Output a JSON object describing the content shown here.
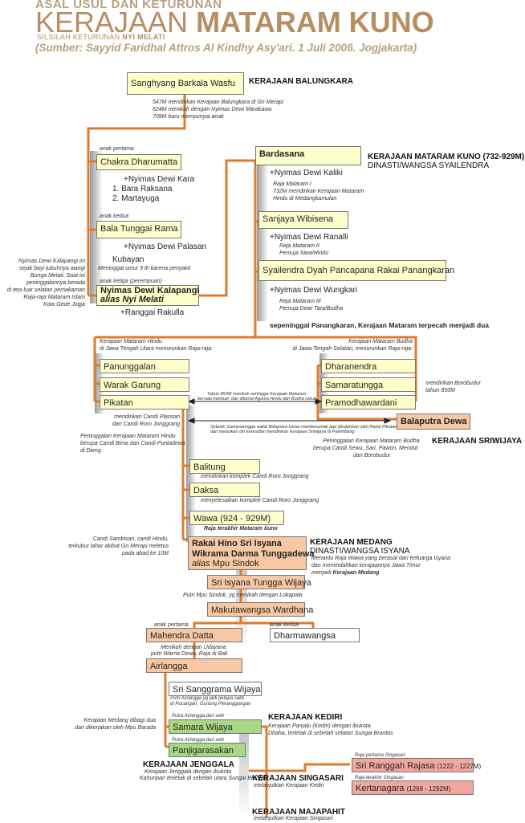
{
  "header": {
    "line1": "ASAL USUL DAN KETURUNAN",
    "title_light": "KERAJAAN ",
    "title_bold": "MATARAM KUNO",
    "subtitle_light": "SILSILAH  KETURUNAN ",
    "subtitle_bold": "NYI MELATI",
    "source": "(Sumber: Sayyid Faridhal Attros Al Kindhy Asy'ari. 1 Juli 2006. Jogjakarta)"
  },
  "boxes": {
    "sanghyang": "Sanghyang Barkala Wasfu",
    "chakra": "Chakra Dharumatta",
    "bala": "Bala Tunggai Rama",
    "nyimas_name": "Nyimas Dewi Kalapangi",
    "nyimas_alias": "alias Nyi Melati",
    "bardasana": "Bardasana",
    "sanjaya": "Sanjaya Wibisena",
    "syailendra": "Syailendra Dyah Pancapana Rakai Panangkaran",
    "panunggalan": "Panunggalan",
    "warak": "Warak Garung",
    "pikatan": "Pikatan",
    "dharanendra": "Dharanendra",
    "samaratungga": "Samaratungga",
    "pramodhawardani": "Pramodhawardani",
    "balaputra": "Balaputra Dewa",
    "balitung": "Balitung",
    "daksa": "Daksa",
    "wawa": "Wawa (924 - 929M)",
    "rakai_1": "Rakai Hino Sri Isyana",
    "rakai_2": "Wikrama Darma Tunggadewa",
    "rakai_3_alias": "alias",
    "rakai_3_name": " Mpu Sindok",
    "sri_isyana": "Sri Isyana Tungga Wijaya",
    "makuta": "Makutawangsa Wardhana",
    "mahendra": "Mahendra Datta",
    "dharmawangsa": "Dharmawangsa",
    "airlangga": "Airlangga",
    "sanggrama": "Sri Sanggrama Wijaya",
    "samara": "Samara Wijaya",
    "panjigarasakan": "Panjigarasakan",
    "ranggah": "Sri Ranggah Rajasa",
    "ranggah_years": "(1222 - 1227M)",
    "kertanagara": "Kertanagara",
    "kertanagara_years": "(1268 - 1292M)"
  },
  "kingdoms": {
    "balungkara": "KERAJAAN BALUNGKARA",
    "mataram_kuno": "KERAJAAN MATARAM KUNO (732-929M)",
    "mataram_kuno_sub": "DINASTI/WANGSA SYAILENDRA",
    "sriwijaya": "KERAJAAN SRIWIJAYA",
    "medang": "KERAJAAN MEDANG",
    "medang_sub": "DINASTI/WANGSA ISYANA",
    "kediri": "KERAJAAN KEDIRI",
    "jenggala": "KERAJAAN JENGGALA",
    "singasari": "KERAJAAN SINGASARI",
    "majapahit": "KERAJAAN MAJAPAHIT"
  },
  "spouses": {
    "chakra": "+Nyimas Dewi Kara",
    "chakra_child1": "1. Bara Raksana",
    "chakra_child2": "2. Martayuga",
    "bala": "+Nyimas Dewi Palasan",
    "kubayan": "Kubayan",
    "nyimas": "+Ranggai Rakulla",
    "bardasana": "+Nyimas Dewi Kaliki",
    "sanjaya": "+Nyimas Dewi Ranalli",
    "syailendra": "+Nyimas Dewi Wungkari"
  },
  "notes": {
    "sanghyang_1": "547M mendirikan Kerajaan Balungkara di Gn Merapi",
    "sanghyang_2": "624M menikah dengan Nyimas Dewi Marakawa",
    "sanghyang_3": "709M baru mempunyai anak",
    "anak_pertama": "anak pertama",
    "anak_kedua": "anak kedua",
    "anak_ketiga": "anak ketiga (perempuan)",
    "kubayan_note": "Meninggal umur 9 th karena penyakit",
    "nyimas_left_1": "Nyimas Dewi Kalapangi ini",
    "nyimas_left_2": "sejak bayi tubuhnya wangi",
    "nyimas_left_3": "Bunga Melati. Saat ini",
    "nyimas_left_4": "peninggalannya berada",
    "nyimas_left_5": "di tepi luar selatan pemakaman",
    "nyimas_left_6": "Raja-raja Mataram Islam",
    "nyimas_left_7": "Kota Gede Jogja",
    "bardasana_1": "Raja Mataram I",
    "bardasana_2": "732M mendirikan Kerajaan Mataram",
    "bardasana_3": "Hindu di Medangkamulan",
    "sanjaya_1": "Raja Mataram II",
    "sanjaya_2": "Pemuja Siwa/Hindu",
    "syailendra_1": "Raja Mataram III",
    "syailendra_2": "Pemuja Dewi Tara/Budha",
    "split": "sepeninggal Panangkaran, Kerajaan Mataram terpecah menjadi dua",
    "hindu_1": "Kerajaan Mataram Hindu",
    "hindu_2": "di Jawa Tengah Utara menurunkan Raja-raja:",
    "budha_1": "Kerajaan Mataram Budha",
    "budha_2": "di Jawa Tengah Selatan, menurunkan Raja-raja:",
    "borobudur_1": "mendirikan Borobudur",
    "borobudur_2": "tahun 850M",
    "union_1": "Tahun 850M menikah sehingga Kerajaan Mataram",
    "union_2": "bersatu kembali, dan dikenal Agama Hindu dan Budha rukun",
    "plaosan_1": "mendirikan Candi Plaosan",
    "plaosan_2": "dan Candi Roro Jonggrang",
    "balaputra_1": "Setelah Samaratungga wafat Balaputra Dewa memberontak tapi dikalahkan oleh Rakai Pikatan",
    "balaputra_2": "dan melarikan diri kemudian mendirikan Kerajaan Sriwijaya di Palembang",
    "hindu_relics_1": "Peninggalan Kerajaan Mataram Hindu",
    "hindu_relics_2": "berupa Candi Bima dan Candi Puntadewa",
    "hindu_relics_3": "di Dieng.",
    "budha_relics_1": "Peninggalan Kerajaan Mataram Budha",
    "budha_relics_2": "berupa Candi Sewu, Sari, Pawon, Mendut",
    "budha_relics_3": "dan Borobudur",
    "balitung_note": "mendirikan komplek Candi Roro Jonggrang",
    "daksa_note": "menyelesaikan komplek Candi Roro Jonggrang",
    "wawa_note": "Raja terakhir Mataram kuno",
    "sambisari_1": "Candi Sambisari, candi Hindu,",
    "sambisari_2": "terkubur lahar akibat Gn Merapi meletus",
    "sambisari_3": "pada abad ke 10M",
    "medang_1": "Menantu Raja Wawa yang berasal dari Keluarga Isyana",
    "medang_2": "dan memindahkan kerajaannya Jawa Timur",
    "medang_3a": "menjadi ",
    "medang_3b": "Kerajaan Medang",
    "putri_sindok": "Putri Mpu Sindok, yg menikah dengan Lokapala",
    "anak_pertama2": "anak pertama",
    "anak_kedua2": "anak kedua",
    "mahendra_1": "Menikah dengan Udayana",
    "mahendra_2": "putri Warna Dewa, Raja di Bali",
    "sanggrama_1": "Putri Airlangga yg jadi petapa sakti",
    "sanggrama_2": "di Pucangan, Gunung Penanggungan",
    "samara_left_1": "Putra Airlangga dari selir",
    "samara_left_2": "Kerajaan Medang dibagi dua",
    "samara_left_3": "dan dikerjakan oleh Mpu Barada",
    "kediri_1": "Kerajaan Panjalu (Kediri) dengan ibukota",
    "kediri_2": "Dhaha, terletak di sebelah selatan Sungai Brantas",
    "panji_1": "Putra Airlangga dari selir",
    "jenggala_1": "Kerajaan Jenggala dengan ibukota",
    "jenggala_2": "Kahuripan terletak di sebelah utara Sungai Brantas",
    "singasari_1": "melanjutkan Kerajaan Kediri",
    "majapahit_1": "melanjutkan Kerajaan Singasari",
    "ranggah_note": "Raja pertama Singasari",
    "kertanagara_note": "Raja terakhir Singasari"
  }
}
